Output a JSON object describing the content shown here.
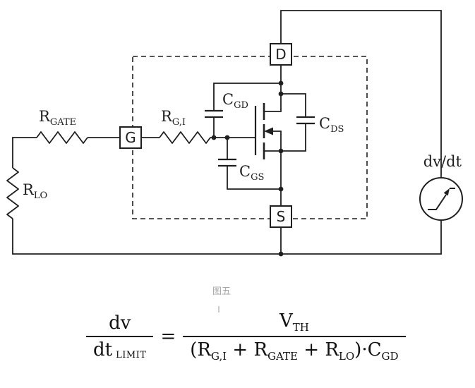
{
  "colors": {
    "ink": "#1f1f1f",
    "caption_gray": "#a6a6a6"
  },
  "circuit": {
    "terminals": {
      "drain": "D",
      "gate": "G",
      "source": "S"
    },
    "components": {
      "r_gate": {
        "main": "R",
        "sub": "GATE"
      },
      "r_gi": {
        "main": "R",
        "sub": "G,I"
      },
      "r_lo": {
        "main": "R",
        "sub": "LO"
      },
      "c_gd": {
        "main": "C",
        "sub": "GD"
      },
      "c_gs": {
        "main": "C",
        "sub": "GS"
      },
      "c_ds": {
        "main": "C",
        "sub": "DS"
      }
    },
    "source_label": "dv/dt"
  },
  "caption": "图五",
  "formula": {
    "lhs_num": "dv",
    "lhs_den": "dt",
    "lhs_sub": "LIMIT",
    "equals": "=",
    "num_main": "V",
    "num_sub": "TH",
    "den_p0": "(R",
    "den_s1": "G,I",
    "den_p1": " + R",
    "den_s2": "GATE",
    "den_p2": " + R",
    "den_s3": "LO",
    "den_p3": ")·C",
    "den_s4": "GD"
  }
}
